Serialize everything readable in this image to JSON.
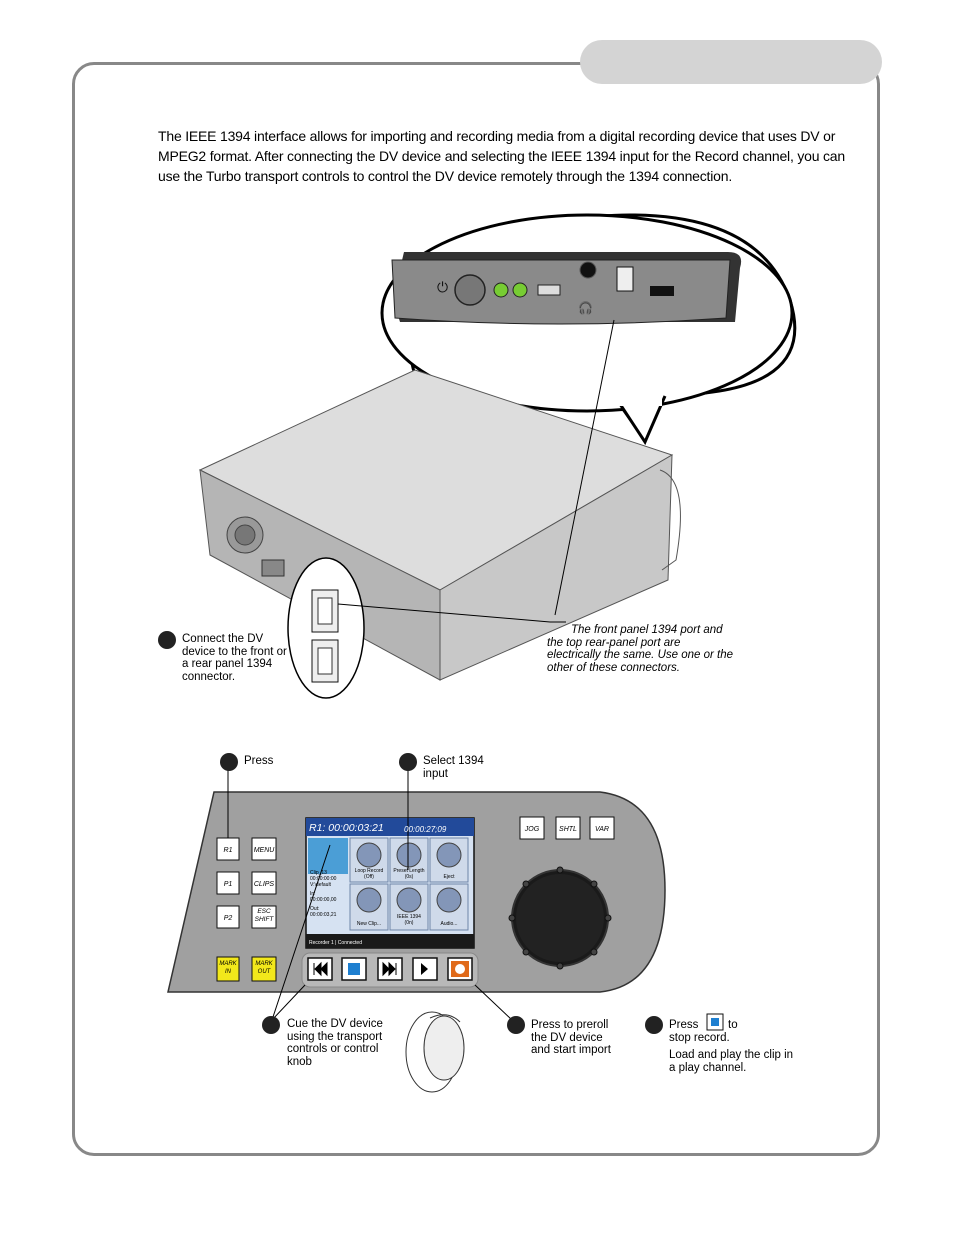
{
  "intro": "The IEEE 1394 interface allows for importing and recording media from a digital recording device that uses DV or MPEG2 format. After connecting the DV device and selecting the IEEE 1394 input for the Record channel, you can use the Turbo transport controls to control the DV device remotely through the 1394 connection.",
  "steps": {
    "connect": "Connect the DV device to the front or a rear panel 1394 connector.",
    "note": "The front panel 1394 port and the top rear-panel port are electrically the same. Use one or the other of these connectors.",
    "press": "Press",
    "select": "Select 1394 input",
    "cue": "Cue the DV device using  the transport controls or control knob",
    "preroll": "Press to preroll the DV device and start import",
    "stop_pre": "Press",
    "stop_post": "to stop record.",
    "load": "Load and play the clip in a play channel."
  },
  "panel": {
    "buttons": {
      "r1": "R1",
      "menu": "MENU",
      "p1": "P1",
      "clips": "CLIPS",
      "p2": "P2",
      "esc": "ESC",
      "shift": "SHIFT",
      "mark": "MARK",
      "in": "IN",
      "out": "OUT",
      "jog": "JOG",
      "shtl": "SHTL",
      "var": "VAR"
    },
    "screen": {
      "timecode": "R1: 00:00:03:21",
      "remaining": "00:00:27;09",
      "clip": "Clip_13",
      "clip_tc": "00:00:00:00",
      "path": "V:\\default",
      "in_label": "In:",
      "in_tc": "00:00:00,00",
      "out_label": "Out:",
      "out_tc": "00:00:03,21",
      "loop_record": "Loop Record",
      "loop_state": "(Off)",
      "preset_length": "Preset Length",
      "preset_state": "(0s)",
      "eject": "Eject",
      "new_clip": "New Clip...",
      "ieee": "IEEE 1394",
      "ieee_state": "(0n)",
      "audio": "Audio...",
      "status": "Recorder 1 | Connected"
    }
  }
}
